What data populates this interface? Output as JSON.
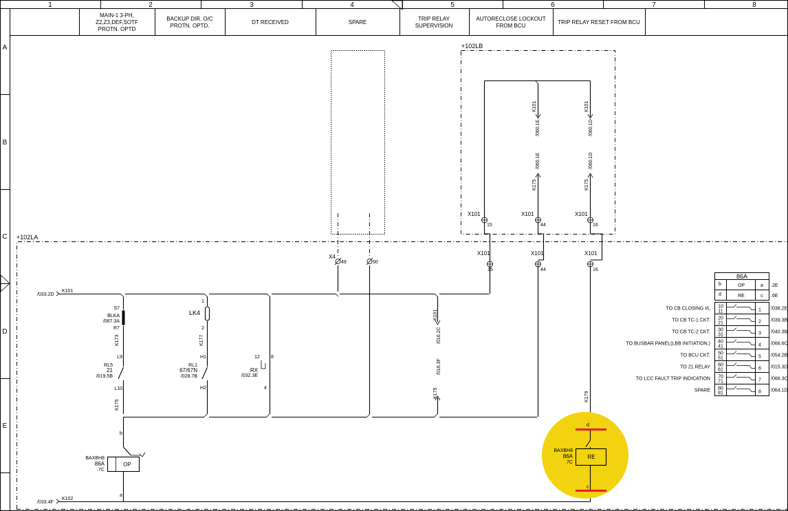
{
  "frame": {
    "columns": [
      "1",
      "2",
      "3",
      "4",
      "5",
      "6",
      "7",
      "8"
    ],
    "rows": [
      "A",
      "B",
      "C",
      "D",
      "E"
    ]
  },
  "header": {
    "c1": "",
    "c2": [
      "MAIN-1 3-PH,",
      "Z2,Z3,DEF,SOTF",
      "PROTN. OPTD"
    ],
    "c3": [
      "BACKUP DIR. O/C",
      "PROTN. OPTD."
    ],
    "c4": "DT RECEIVED",
    "c5": "SPARE",
    "c6": [
      "TRIP RELAY",
      "SUPERVISION"
    ],
    "c7": [
      "AUTORECLOSE LOCKOUT",
      "FROM BCU"
    ],
    "c8": "TRIP RELAY RESET FROM BCU"
  },
  "panels": {
    "la": "+102LA",
    "lb": "+102LB"
  },
  "wires": {
    "k101_ref": "/033.2D",
    "k101": "K101",
    "k102_ref": "/033.4F",
    "k102": "K102",
    "k173": "K173",
    "k177": "K177",
    "k175": "K175",
    "k179": "K179",
    "k101b": "K101"
  },
  "s7": {
    "top": "S7",
    "name": "BLKA",
    "ref": "/067.3A",
    "bottom": "R7"
  },
  "rl5": {
    "l9": "L9",
    "name": "RL5",
    "code": "21",
    "ref": "/019.5B",
    "l10": "L10"
  },
  "lk4": {
    "t1": "1",
    "name": "LK4",
    "t2": "2"
  },
  "rl1": {
    "h1": "H1",
    "name": "RL1",
    "code": "67/67N",
    "ref": "/028.7B",
    "h2": "H2"
  },
  "rx": {
    "t12": "12",
    "t8": "8",
    "name": "RX",
    "ref": "/032.3E",
    "t4": "4"
  },
  "dt": {
    "k101": "K101",
    "ref1": "/016.2C",
    "ref2": "/016.3F",
    "k175": "K175"
  },
  "x4": {
    "name": "X4",
    "t49": "49",
    "t50": "50"
  },
  "x101la": {
    "name": "X101",
    "t15": "15",
    "t44": "44",
    "t16": "16"
  },
  "x101lb": {
    "name": "X101",
    "t15": "15",
    "t44": "44",
    "t16": "16"
  },
  "lbrefs": {
    "a_k101": "K101",
    "a_ref1": "/060.1E",
    "a_ref2": "/060.1E",
    "a_k175": "K175",
    "b_k101": "K101",
    "b_ref1": "/060.1D",
    "b_ref2": "/060.1D",
    "b_k175": "K175"
  },
  "op_coil": {
    "b": "b",
    "name": "BAXBH8",
    "code": "86A",
    "ref": ".7C",
    "label": "OP",
    "a": "a"
  },
  "re_coil": {
    "d": "d",
    "name": "BAXBH8",
    "code": "86A",
    "ref": ".7C",
    "label": "RE",
    "c": "c"
  },
  "highlight_color": "#f2d30f",
  "marker_color": "#e8202a",
  "relay_table": {
    "title": "86A",
    "op_row": {
      "left": "b",
      "label": "OP",
      "right": "a",
      "ref": ".2E"
    },
    "re_row": {
      "left": "d",
      "label": "RE",
      "right": "c",
      "ref": ".6E"
    },
    "contacts": [
      {
        "label": "TO CB CLOSING I/L",
        "t1": "10",
        "t2": "11",
        "num": "1",
        "ref": "/038.2E"
      },
      {
        "label": "TO CB TC-1 CKT.",
        "t1": "20",
        "t2": "21",
        "num": "2",
        "ref": "/039.3B"
      },
      {
        "label": "TO CB TC-2 CKT.",
        "t1": "30",
        "t2": "31",
        "num": "3",
        "ref": "/040.3B"
      },
      {
        "label": "TO BUSBAR PANEL(LBB INITIATION.)",
        "t1": "40",
        "t2": "41",
        "num": "4",
        "ref": "/066.6C"
      },
      {
        "label": "TO BCU CKT.",
        "t1": "50",
        "t2": "51",
        "num": "5",
        "ref": "/054.2B"
      },
      {
        "label": "TO 21 RELAY",
        "t1": "60",
        "t2": "61",
        "num": "6",
        "ref": "/015.3D"
      },
      {
        "label": "TO LCC FAULT TRIP  INDICATION",
        "t1": "70",
        "t2": "71",
        "num": "7",
        "ref": "/066.3C"
      },
      {
        "label": "SPARE",
        "t1": "80",
        "t2": "81",
        "num": "8",
        "ref": "/064.1D"
      }
    ]
  }
}
